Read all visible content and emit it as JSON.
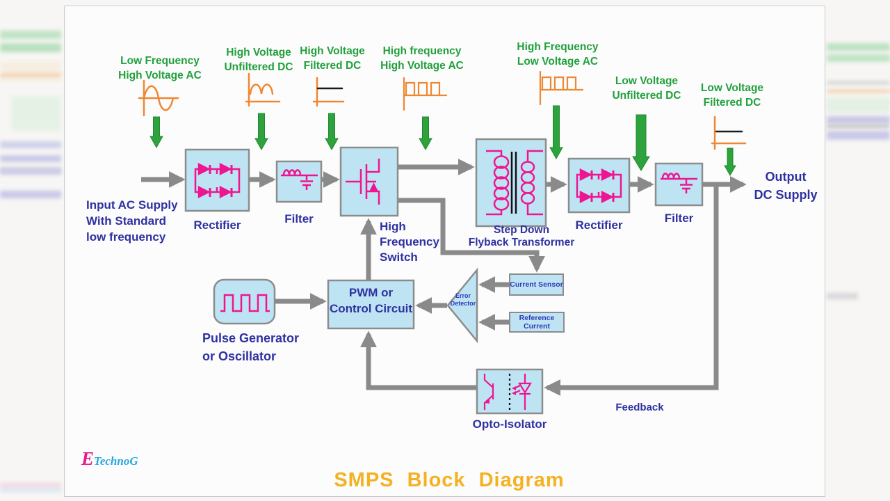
{
  "title": "SMPS Block Diagram",
  "logo": {
    "initial": "E",
    "name": "TechnoG"
  },
  "signal_labels": [
    {
      "line1": "Low Frequency",
      "line2": "High Voltage AC",
      "icon": "sine-wave-icon"
    },
    {
      "line1": "High Voltage",
      "line2": "Unfiltered DC",
      "icon": "rectified-wave-icon"
    },
    {
      "line1": "High Voltage",
      "line2": "Filtered DC",
      "icon": "dc-level-wave-icon"
    },
    {
      "line1": "High frequency",
      "line2": "High Voltage AC",
      "icon": "pulse-wave-icon"
    },
    {
      "line1": "High Frequency",
      "line2": "Low Voltage AC",
      "icon": "pulse-wave-icon"
    },
    {
      "line1": "Low Voltage",
      "line2": "Unfiltered DC",
      "icon": "none"
    },
    {
      "line1": "Low Voltage",
      "line2": "Filtered DC",
      "icon": "dc-level-wave-icon"
    }
  ],
  "input_label": {
    "line1": "Input AC Supply",
    "line2": "With Standard",
    "line3": "low frequency"
  },
  "blocks": {
    "rectifier1": "Rectifier",
    "filter1": "Filter",
    "switch": {
      "line1": "High",
      "line2": "Frequency",
      "line3": "Switch"
    },
    "transformer": {
      "line1": "Step Down",
      "line2": "Flyback Transformer"
    },
    "rectifier2": "Rectifier",
    "filter2": "Filter",
    "pwm": {
      "line1": "PWM or",
      "line2": "Control Circuit"
    },
    "pulse_generator": {
      "line1": "Pulse Generator",
      "line2": "or Oscillator"
    },
    "error_detector": {
      "line1": "Error",
      "line2": "Detector"
    },
    "current_sensor": "Current Sensor",
    "reference_current": {
      "line1": "Reference",
      "line2": "Current"
    },
    "opto_isolator": "Opto-Isolator"
  },
  "output_label": {
    "line1": "Output",
    "line2": "DC Supply"
  },
  "feedback_label": "Feedback",
  "colors": {
    "block_fill": "#BEE4F4",
    "block_border": "#8C8C8C",
    "connector_gray": "#8A8A8A",
    "component_pink": "#EE1690",
    "signal_green_text": "#21A03C",
    "arrow_green": "#2EA23C",
    "waveform_orange": "#EF8732",
    "label_blue": "#2E31A0",
    "title_gold": "#F4B223",
    "logo_pink": "#E8198B",
    "logo_blue": "#29A8E0"
  }
}
